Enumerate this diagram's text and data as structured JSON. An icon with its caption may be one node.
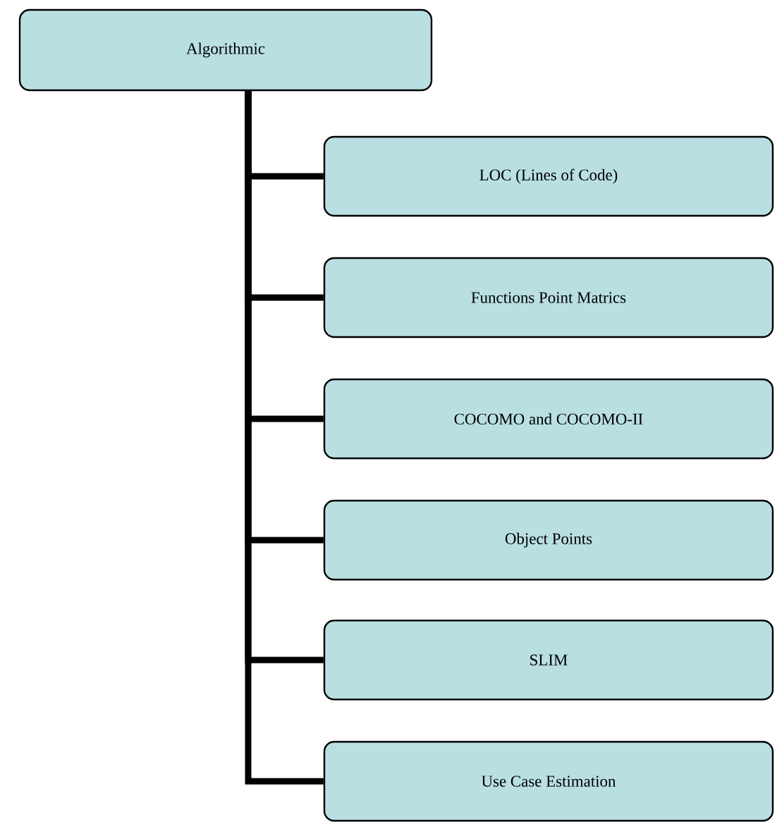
{
  "diagram": {
    "nodes": [
      {
        "text": [
          "Algorithmic"
        ]
      },
      {
        "text": [
          "LOC (Lines of Code)"
        ]
      },
      {
        "text": [
          "Functions Point Matrics"
        ]
      },
      {
        "text": [
          "COCOMO and COCOMO-II"
        ]
      },
      {
        "text": [
          "Object Points"
        ]
      },
      {
        "text": [
          "SLIM"
        ]
      },
      {
        "text": [
          "Use Case Estimation"
        ]
      }
    ],
    "edges": [
      {
        "from": 0,
        "to": 1,
        "arrow": "none"
      },
      {
        "from": 0,
        "to": 2,
        "arrow": "none"
      },
      {
        "from": 0,
        "to": 3,
        "arrow": "none"
      },
      {
        "from": 0,
        "to": 4,
        "arrow": "none"
      },
      {
        "from": 0,
        "to": 5,
        "arrow": "none"
      },
      {
        "from": 0,
        "to": 6,
        "arrow": "none"
      }
    ]
  }
}
